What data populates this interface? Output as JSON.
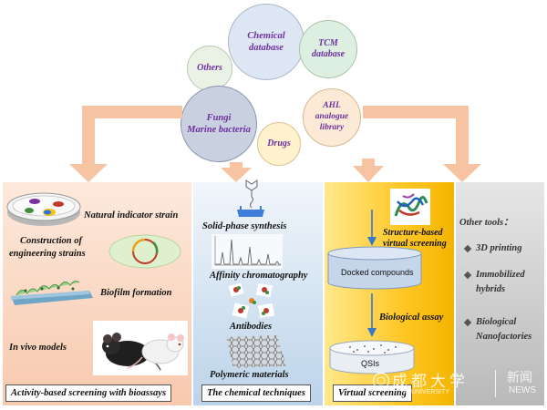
{
  "sources": {
    "chemical": "Chemical database",
    "chemical_l1": "Chemical",
    "chemical_l2": "database",
    "tcm_l1": "TCM",
    "tcm_l2": "database",
    "others": "Others",
    "fungi_l1": "Fungi",
    "fungi_l2": "Marine bacteria",
    "ahl_l1": "AHL",
    "ahl_l2": "analogue",
    "ahl_l3": "library",
    "drugs": "Drugs"
  },
  "panel1": {
    "natural_indicator": "Natural indicator strain",
    "construction_l1": "Construction of",
    "construction_l2": "engineering strains",
    "biofilm": "Biofilm formation",
    "in_vivo": "In vivo models",
    "footer": "Activity-based screening with bioassays"
  },
  "panel2": {
    "solid_phase": "Solid-phase synthesis",
    "affinity": "Affinity chromatography",
    "antibodies": "Antibodies",
    "polymeric": "Polymeric materials",
    "footer": "The chemical techniques"
  },
  "panel3": {
    "sbvs_l1": "Structure-based",
    "sbvs_l2": "virtual screening",
    "docked": "Docked compounds",
    "bioassay": "Biological assay",
    "qsis": "QSIs",
    "footer": "Virtual  screening"
  },
  "panel4": {
    "title": "Other tools：",
    "item1": "3D printing",
    "item2_l1": "Immobilized",
    "item2_l2": "hybrids",
    "item3_l1": "Biological",
    "item3_l2": "Nanofactories"
  },
  "watermark": {
    "cn": "成都大学",
    "en": "U UNIVERSITY",
    "news_cn": "新闻",
    "news_en": "NEWS"
  },
  "colors": {
    "arrow": "#f6c3a3",
    "panel1": "#fde6d9",
    "panel2": "#d8e6f4",
    "panel3": "#ffd84d",
    "panel4": "#c8c8c8"
  }
}
